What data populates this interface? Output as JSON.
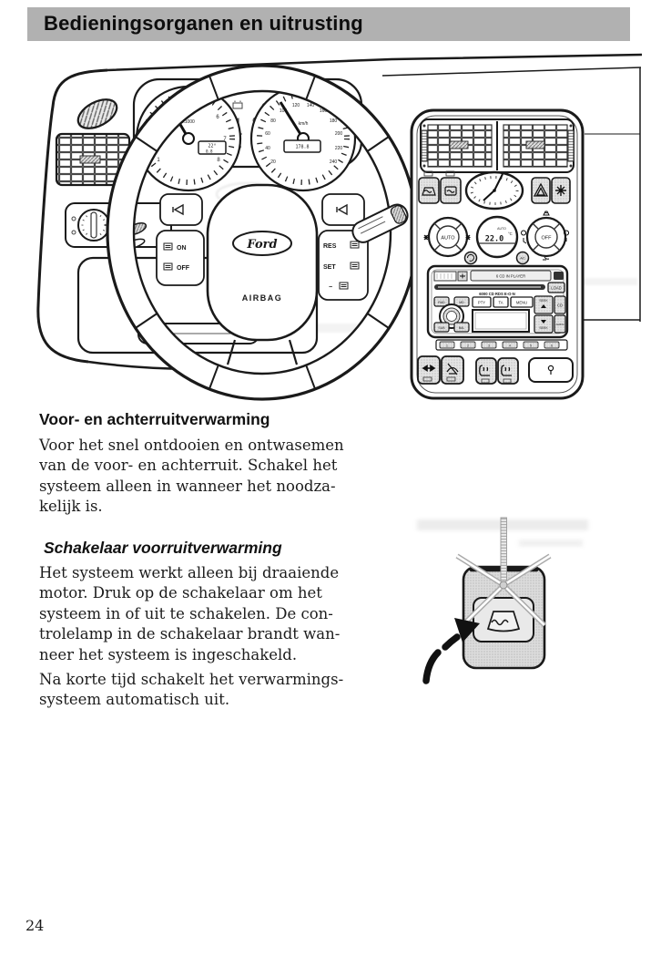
{
  "header": {
    "title": "Bedieningsorganen en uitrusting"
  },
  "page_number": "24",
  "sections": {
    "front_rear_heating": {
      "heading": "Voor- en achterruitverwarming",
      "para_lines": [
        "Voor het snel ontdooien en ontwasemen",
        "van de voor- en achterruit. Schakel het",
        "systeem alleen in wanneer het noodza-",
        "kelijk is."
      ]
    },
    "windshield_switch": {
      "heading": "Schakelaar voorruitverwarming",
      "para1_lines": [
        "Het systeem werkt alleen bij draaiende",
        "motor. Druk op de schakelaar om het",
        "systeem in of uit te schakelen. De con-",
        "trolelamp in de schakelaar brandt wan-",
        "neer het systeem is ingeschakeld."
      ],
      "para2_lines": [
        "Na korte tijd schakelt het verwarmings-",
        "systeem automatisch uit."
      ]
    }
  },
  "dashboard": {
    "steering": {
      "brand": "Ford",
      "airbag_label": "AIRBAG",
      "cruise": {
        "on": "ON",
        "off": "OFF",
        "res": "RES",
        "set": "SET",
        "minus": "−"
      }
    },
    "cluster": {
      "tach_multiplier": "x1000",
      "tach_numbers": [
        "1",
        "2",
        "3",
        "4",
        "5",
        "6",
        "7",
        "8"
      ],
      "speed_numbers": [
        "20",
        "40",
        "60",
        "80",
        "100",
        "120",
        "140",
        "160",
        "180",
        "200",
        "220",
        "240"
      ],
      "speed_unit": "km/h",
      "lcd_temp": "22°",
      "lcd_trip": "0.8",
      "lcd_odometer": "178.8"
    },
    "climate": {
      "left_dial": "AUTO",
      "right_dial": "OFF",
      "display_temp": "22.0",
      "display_unit": "°C",
      "display_mode": "AUTO",
      "ac_button": "A/C"
    },
    "radio": {
      "slot_label": "6 CD IN PLAYER",
      "model_label": "6000 CD RDS E-O-N",
      "load_button": "LOAD",
      "pty_button": "PTY",
      "ta_button": "TA",
      "menu_button": "MENU",
      "seek_up": "SEEK",
      "seek_down": "SEEK",
      "cd_button": "CD",
      "amfm_button": "AM/FM",
      "knob_buttons": [
        "RAD",
        "MD",
        "SUB",
        "BAL"
      ],
      "preset_buttons": [
        "1",
        "2",
        "3",
        "4",
        "5",
        "6"
      ]
    },
    "icons": {
      "top_left": "air-vent-louvre",
      "console_row1": [
        "windshield-defrost",
        "rear-window-defrost",
        "analog-clock",
        "hazard-warning",
        "max-defrost"
      ],
      "console_bottom": [
        "airflow-arrows",
        "wiper-off",
        "heated-seat-left",
        "heated-seat-right",
        "cigarette-lighter"
      ]
    }
  },
  "figure": {
    "symbol": "windshield-defrost",
    "callout": "arrow-to-switch"
  }
}
